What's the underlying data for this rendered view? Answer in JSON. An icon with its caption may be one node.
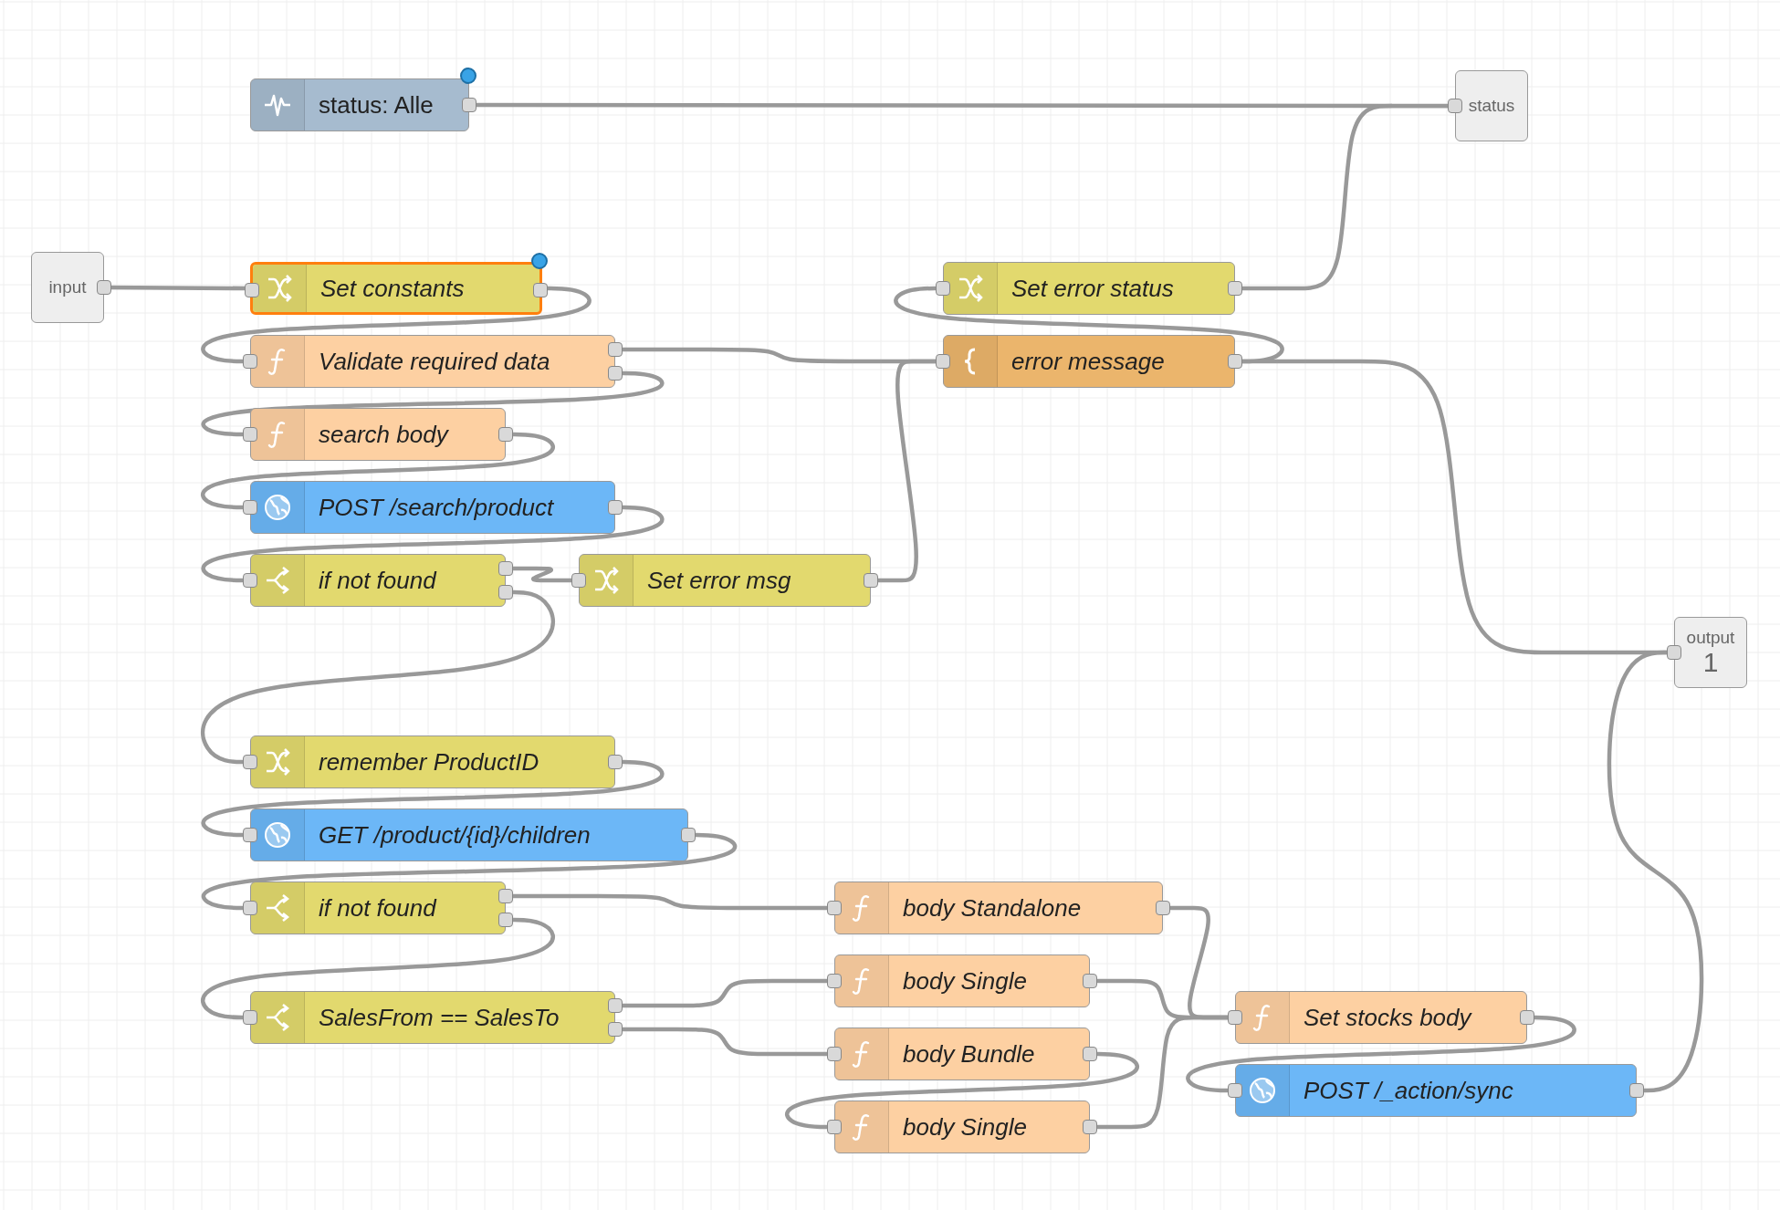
{
  "diagram": {
    "nodes": [
      {
        "text": [
          "status: Alle"
        ]
      },
      {
        "text": [
          "status"
        ]
      },
      {
        "text": [
          "input"
        ]
      },
      {
        "text": [
          "Set constants"
        ]
      },
      {
        "text": [
          "Set error status"
        ]
      },
      {
        "text": [
          "Validate required data"
        ]
      },
      {
        "text": [
          "error message"
        ]
      },
      {
        "text": [
          "search body"
        ]
      },
      {
        "text": [
          "POST /search/product"
        ]
      },
      {
        "text": [
          "if not found"
        ]
      },
      {
        "text": [
          "Set error msg"
        ]
      },
      {
        "text": [
          "output",
          "1"
        ]
      },
      {
        "text": [
          "remember ProductID"
        ]
      },
      {
        "text": [
          "GET /product/{id}/children"
        ]
      },
      {
        "text": [
          "if not found"
        ]
      },
      {
        "text": [
          "body Standalone"
        ]
      },
      {
        "text": [
          "body Single"
        ]
      },
      {
        "text": [
          "SalesFrom == SalesTo"
        ]
      },
      {
        "text": [
          "Set stocks body"
        ]
      },
      {
        "text": [
          "body Bundle"
        ]
      },
      {
        "text": [
          "POST /_action/sync"
        ]
      },
      {
        "text": [
          "body Single"
        ]
      }
    ],
    "edges": [
      {
        "from": 0,
        "to": 1,
        "arrow": "none"
      },
      {
        "from": 2,
        "to": 3,
        "arrow": "none"
      },
      {
        "from": 3,
        "to": 5,
        "arrow": "none"
      },
      {
        "from": 5,
        "to": 6,
        "arrow": "none"
      },
      {
        "from": 5,
        "to": 7,
        "arrow": "none"
      },
      {
        "from": 7,
        "to": 8,
        "arrow": "none"
      },
      {
        "from": 8,
        "to": 9,
        "arrow": "none"
      },
      {
        "from": 9,
        "to": 10,
        "arrow": "none"
      },
      {
        "from": 9,
        "to": 12,
        "arrow": "none"
      },
      {
        "from": 10,
        "to": 6,
        "arrow": "none"
      },
      {
        "from": 4,
        "to": 1,
        "arrow": "none"
      },
      {
        "from": 6,
        "to": 4,
        "arrow": "none"
      },
      {
        "from": 6,
        "to": 11,
        "arrow": "none"
      },
      {
        "from": 12,
        "to": 13,
        "arrow": "none"
      },
      {
        "from": 13,
        "to": 14,
        "arrow": "none"
      },
      {
        "from": 14,
        "to": 15,
        "arrow": "none"
      },
      {
        "from": 14,
        "to": 17,
        "arrow": "none"
      },
      {
        "from": 17,
        "to": 16,
        "arrow": "none"
      },
      {
        "from": 17,
        "to": 19,
        "arrow": "none"
      },
      {
        "from": 19,
        "to": 21,
        "arrow": "none"
      },
      {
        "from": 15,
        "to": 18,
        "arrow": "none"
      },
      {
        "from": 16,
        "to": 18,
        "arrow": "none"
      },
      {
        "from": 21,
        "to": 18,
        "arrow": "none"
      },
      {
        "from": 18,
        "to": 20,
        "arrow": "none"
      },
      {
        "from": 20,
        "to": 11,
        "arrow": "none"
      }
    ]
  }
}
